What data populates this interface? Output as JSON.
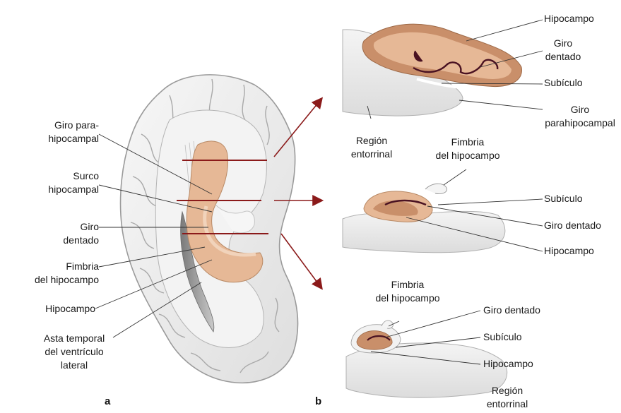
{
  "panels": {
    "a": "a",
    "b": "b"
  },
  "left_labels": {
    "parahippocampal": [
      "Giro para-",
      "hipocampal"
    ],
    "sulcus": [
      "Surco",
      "hipocampal"
    ],
    "dentate": [
      "Giro",
      "dentado"
    ],
    "fimbria": [
      "Fimbria",
      "del hipocampo"
    ],
    "hippocampus": [
      "Hipocampo"
    ],
    "horn": [
      "Asta temporal",
      "del ventrículo",
      "lateral"
    ]
  },
  "top_section": {
    "hippocampus": [
      "Hipocampo"
    ],
    "dentate": [
      "Giro",
      "dentado"
    ],
    "subiculum": [
      "Subículo"
    ],
    "parahippocampal": [
      "Giro",
      "parahipocampal"
    ],
    "entorhinal": [
      "Región",
      "entorrinal"
    ]
  },
  "middle_section": {
    "fimbria": [
      "Fimbria",
      "del hipocampo"
    ],
    "subiculum": [
      "Subículo"
    ],
    "dentate": [
      "Giro dentado"
    ],
    "hippocampus": [
      "Hipocampo"
    ]
  },
  "bottom_section": {
    "fimbria": [
      "Fimbria",
      "del hipocampo"
    ],
    "dentate": [
      "Giro dentado"
    ],
    "subiculum": [
      "Subículo"
    ],
    "hippocampus": [
      "Hipocampo"
    ],
    "entorhinal": [
      "Región",
      "entorrinal"
    ]
  },
  "colors": {
    "brain_fill": "#efefef",
    "brain_stroke": "#9a9a9a",
    "hippocampus_fill": "#e6b896",
    "hippocampus_dark": "#c98f6a",
    "cut_line": "#8b1a1a",
    "dentate_dark": "#4a1222",
    "gray_matter": "#dcdcdc"
  }
}
